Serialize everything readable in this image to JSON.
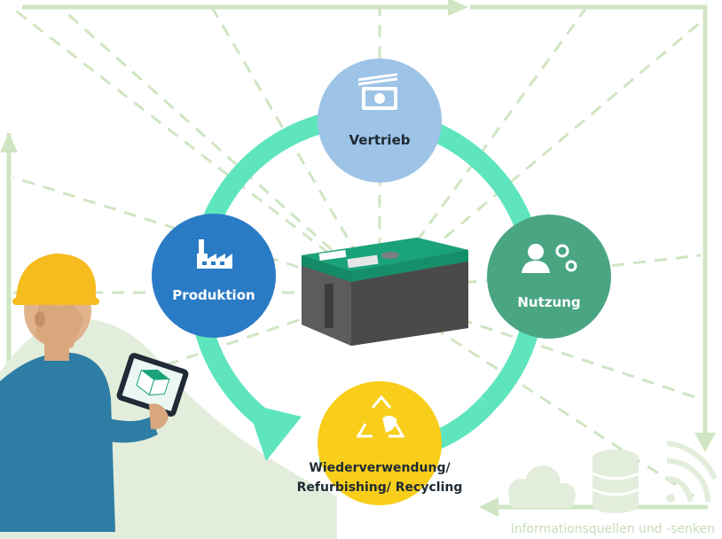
{
  "stages": {
    "vertrieb": {
      "label": "Vertrieb",
      "color": "#9dc3e6",
      "icon": "money-icon"
    },
    "produktion": {
      "label": "Produktion",
      "color": "#2a7bc6",
      "icon": "factory-icon"
    },
    "nutzung": {
      "label": "Nutzung",
      "color": "#4aa583",
      "icon": "user-gears-icon"
    },
    "recycling": {
      "label_line1": "Wiederverwendung/",
      "label_line2": "Refurbishing/ Recycling",
      "color": "#f8ce1a",
      "icon": "recycle-icon"
    }
  },
  "footer_caption": "Informationsquellen und -senken",
  "colors": {
    "cycle_arrow": "#5ee5be",
    "frame": "#cfe5c3",
    "dashed": "#cfe5c3",
    "battery_body": "#595959",
    "battery_lid": "#1aa37a",
    "worker_shirt": "#2e7da4",
    "helmet": "#f5bb1f"
  }
}
